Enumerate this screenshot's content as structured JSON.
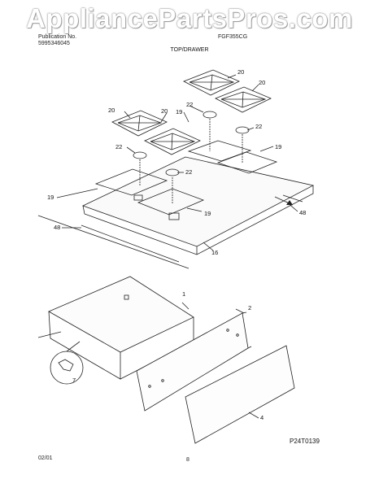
{
  "watermark": "AppliancePartsPros.com",
  "header": {
    "publication_label": "Publication No.",
    "publication_number": "5995346045",
    "model": "FGF355CG",
    "section_title": "TOP/DRAWER"
  },
  "callouts": [
    "20",
    "20",
    "20",
    "20",
    "19",
    "22",
    "22",
    "22",
    "22",
    "19",
    "19",
    "19",
    "48",
    "48",
    "16",
    "1",
    "2",
    "7",
    "4"
  ],
  "plate_id": "P24T0139",
  "footer": {
    "date": "02/01",
    "page": "8"
  }
}
